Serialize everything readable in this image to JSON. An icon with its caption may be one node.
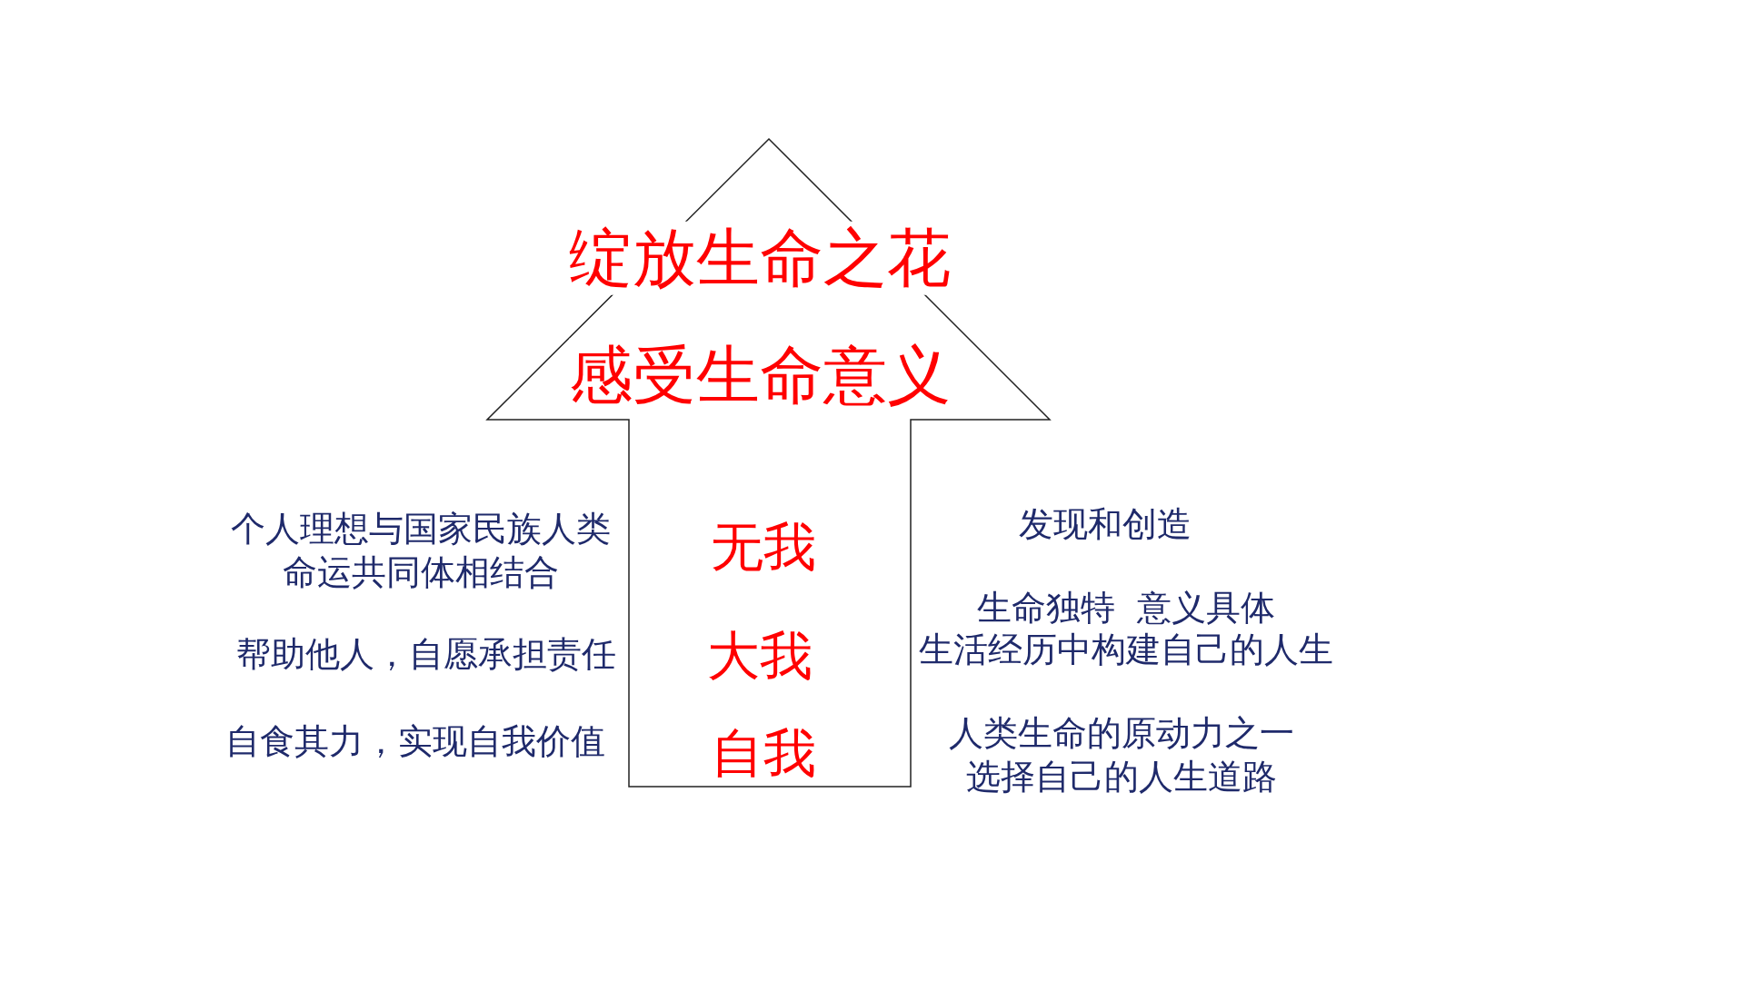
{
  "diagram": {
    "nodes": [
      {
        "text": [
          "绽放生命之花",
          "感受生命意义",
          "无我",
          "大我",
          "自我"
        ]
      }
    ],
    "labels": [
      "个人理想与国家民族人类命运共同体相结合",
      "发现和创造",
      "生命独特  意义具体",
      "帮助他人，自愿承担责任",
      "生活经历中构建自己的人生",
      "自食其力，实现自我价值",
      "人类生命的原动力之一选择自己的人生道路"
    ]
  }
}
